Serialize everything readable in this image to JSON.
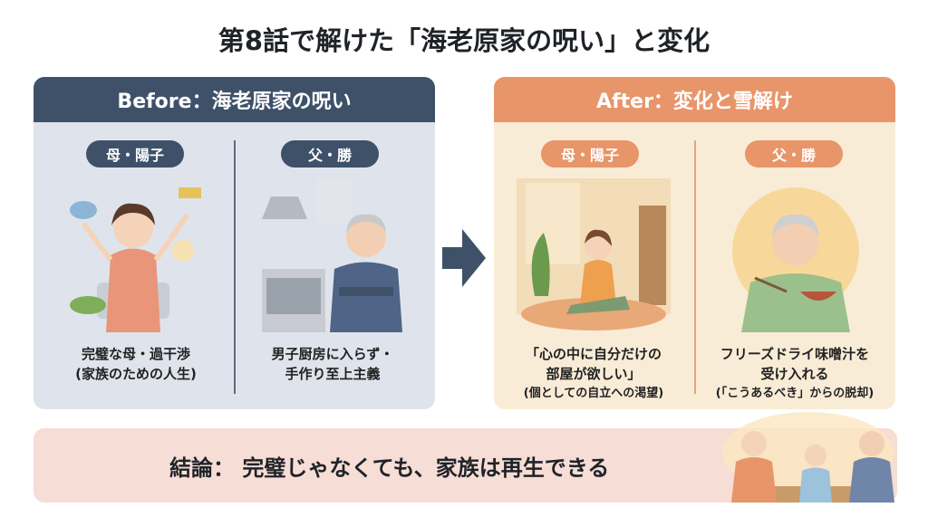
{
  "title": "第8話で解けた「海老原家の呪い」と変化",
  "before": {
    "header": "Before：海老原家の呪い",
    "mother": {
      "label": "母・陽子",
      "caption": "完璧な母・過干渉",
      "sub": "(家族のための人生)"
    },
    "father": {
      "label": "父・勝",
      "caption": "男子厨房に入らず・",
      "caption2": "手作り至上主義"
    }
  },
  "after": {
    "header": "After：変化と雪解け",
    "mother": {
      "label": "母・陽子",
      "caption": "「心の中に自分だけの",
      "caption2": "部屋が欲しい」",
      "sub": "(個としての自立への渇望)"
    },
    "father": {
      "label": "父・勝",
      "caption": "フリーズドライ味噌汁を",
      "caption2": "受け入れる",
      "sub": "(「こうあるべき」からの脱却)"
    }
  },
  "conclusion": "結論： 完璧じゃなくても、家族は再生できる",
  "colors": {
    "navy": "#3e5169",
    "orange": "#e8956a"
  }
}
